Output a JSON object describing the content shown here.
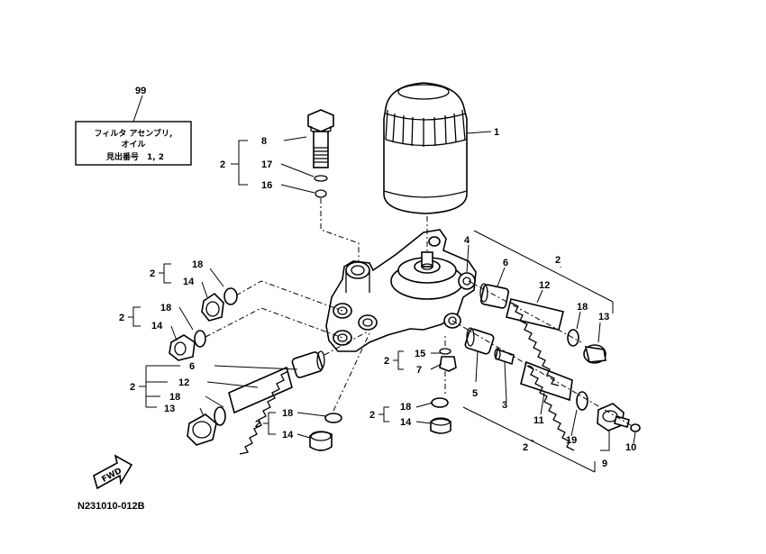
{
  "callouts": {
    "p1": "1",
    "p2_top": "2",
    "p2_right": "2",
    "p2_upper_left": "2",
    "p2_mid_left": "2",
    "p2_lower_left": "2",
    "p2_bottom_mid": "2",
    "p2_center": "2",
    "p2_bottom_center": "2",
    "p2_bottom_right": "2",
    "p3": "3",
    "p4": "4",
    "p5": "5",
    "p6_right": "6",
    "p6_left": "6",
    "p7": "7",
    "p8": "8",
    "p9": "9",
    "p10": "10",
    "p11": "11",
    "p12_right": "12",
    "p12_left": "12",
    "p13_right": "13",
    "p13_left": "13",
    "p14_a": "14",
    "p14_b": "14",
    "p14_c": "14",
    "p14_d": "14",
    "p15": "15",
    "p16": "16",
    "p17": "17",
    "p18_a": "18",
    "p18_b": "18",
    "p18_c": "18",
    "p18_d": "18",
    "p18_e": "18",
    "p18_right": "18",
    "p19": "19",
    "p99": "99"
  },
  "info_box": {
    "line1": "フィルタ アセンブリ,",
    "line2": "オイル",
    "line3": "見出番号　1, 2"
  },
  "fwd_label": "FWD",
  "diagram_code": "N231010-012B"
}
